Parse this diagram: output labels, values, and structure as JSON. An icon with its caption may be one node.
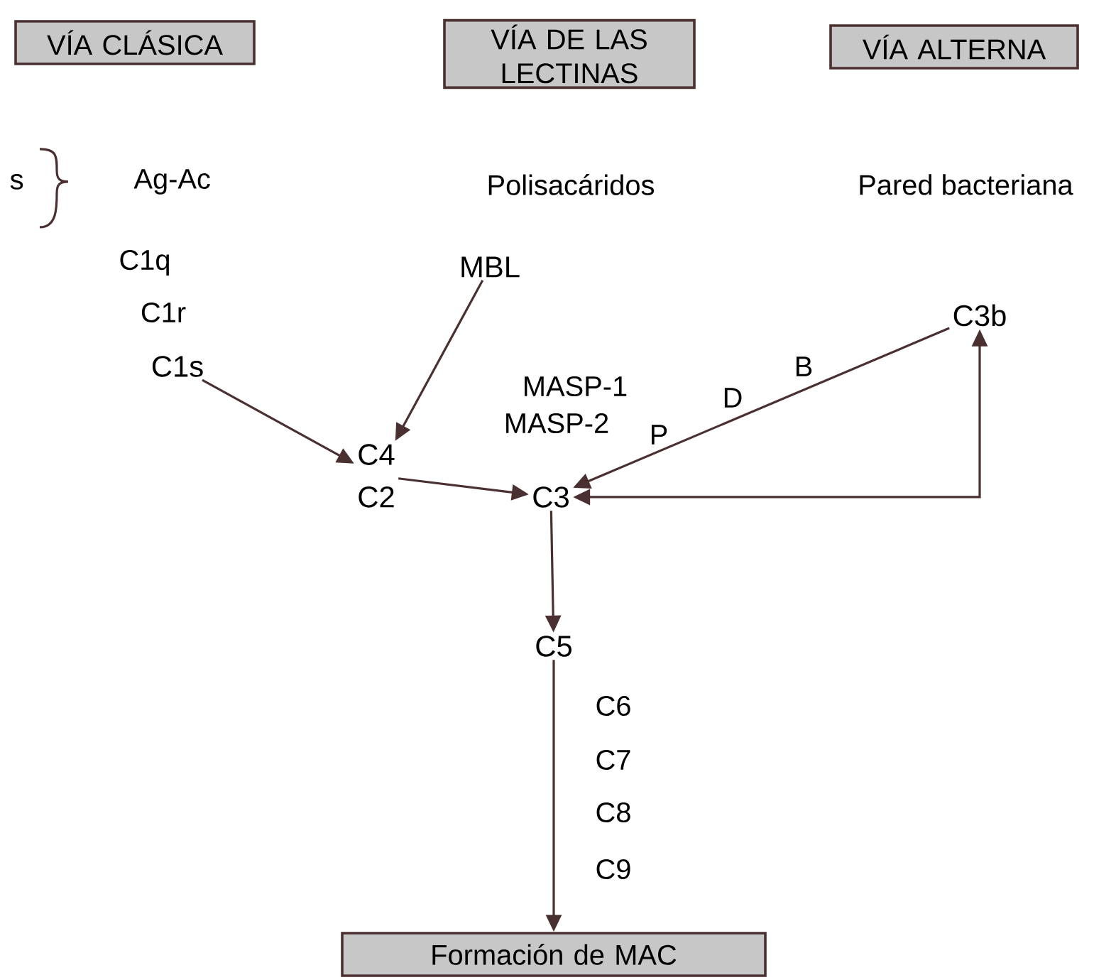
{
  "diagram": {
    "nodes": [
      {
        "text": [
          "VÍA CLÁSICA"
        ]
      },
      {
        "text": [
          "VÍA DE LAS LECTINAS"
        ]
      },
      {
        "text": [
          "VÍA ALTERNA"
        ]
      },
      {
        "text": [
          "C1s"
        ]
      },
      {
        "text": [
          "MBL"
        ]
      },
      {
        "text": [
          "C4",
          "C2"
        ]
      },
      {
        "text": [
          "C3b"
        ]
      },
      {
        "text": [
          "C3"
        ]
      },
      {
        "text": [
          "C5"
        ]
      },
      {
        "text": [
          "Formación de MAC"
        ]
      }
    ],
    "edges": [
      {
        "from": 3,
        "to": 5,
        "arrow": "to"
      },
      {
        "from": 4,
        "to": 5,
        "arrow": "to"
      },
      {
        "from": 5,
        "to": 7,
        "arrow": "to"
      },
      {
        "from": 6,
        "to": 7,
        "arrow": "to"
      },
      {
        "from": 7,
        "to": 6,
        "arrow": "both"
      },
      {
        "from": 7,
        "to": 8,
        "arrow": "to"
      },
      {
        "from": 8,
        "to": 9,
        "arrow": "to"
      }
    ],
    "labels": [
      "s",
      "Ag-Ac",
      "C1q",
      "C1r",
      "Polisacáridos",
      "Pared bacteriana",
      "MASP-1",
      "MASP-2",
      "B",
      "D",
      "P",
      "C6",
      "C7",
      "C8",
      "C9"
    ]
  }
}
